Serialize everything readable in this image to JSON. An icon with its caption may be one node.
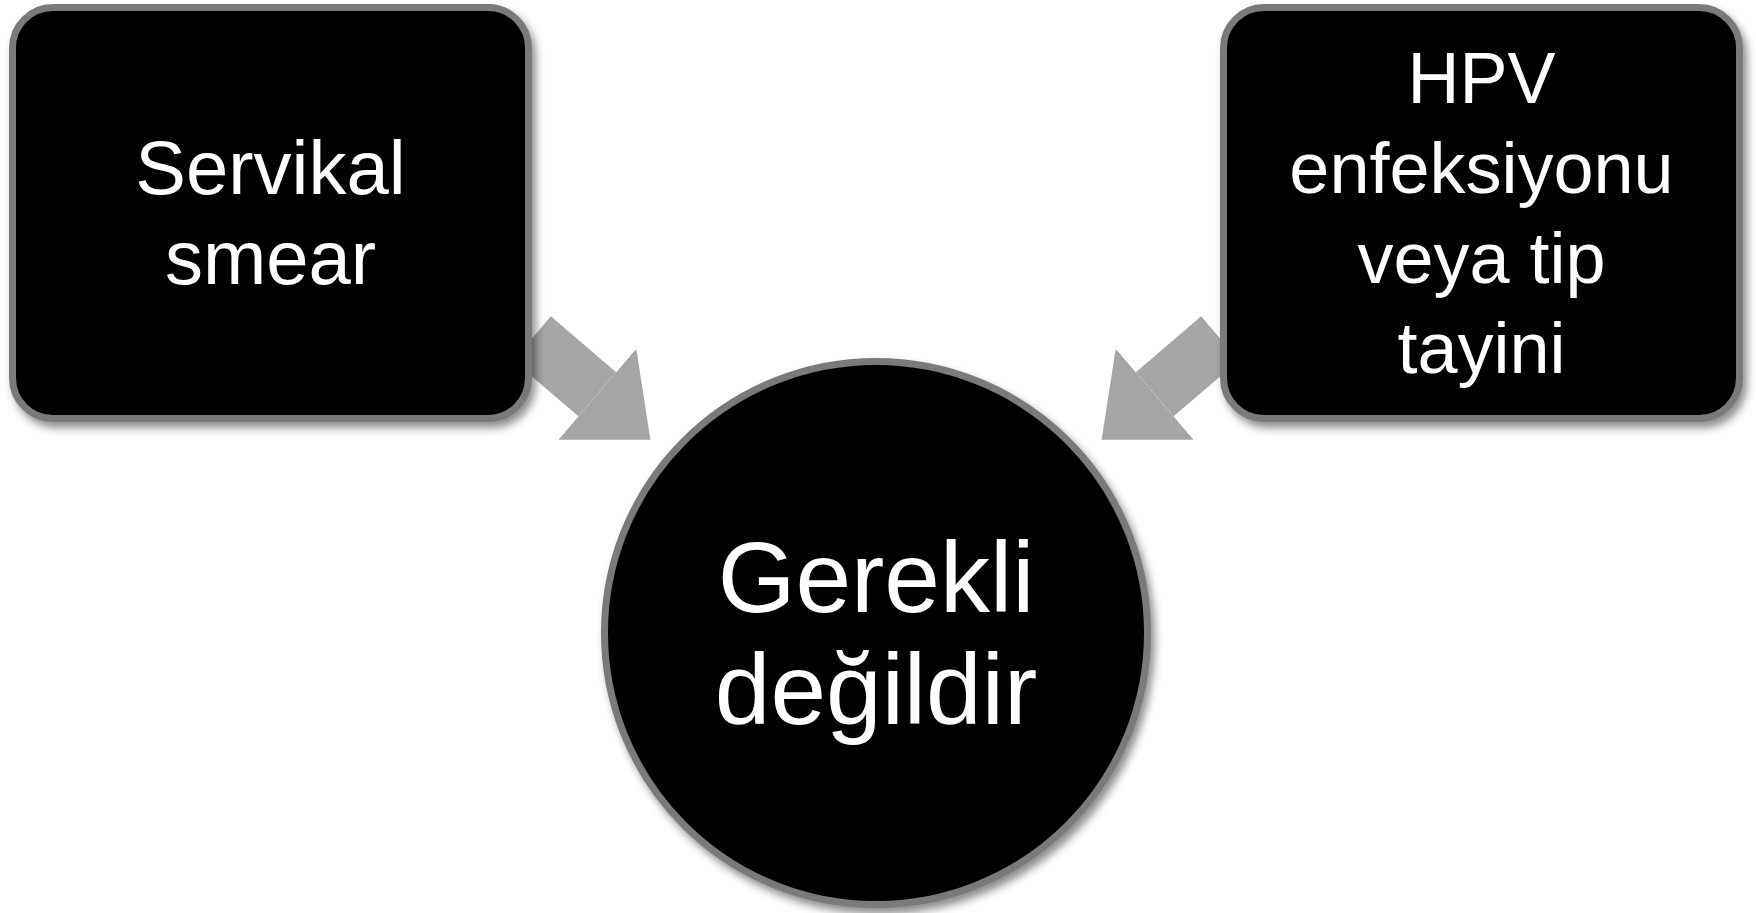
{
  "diagram": {
    "nodes": [
      {
        "text": [
          "Servikal smear"
        ]
      },
      {
        "text": [
          "HPV enfeksiyonu veya tip tayini"
        ]
      },
      {
        "text": [
          "Gerekli değildir"
        ]
      }
    ],
    "edges": [
      {
        "from": 0,
        "to": 2,
        "arrow": "to"
      },
      {
        "from": 1,
        "to": 2,
        "arrow": "to"
      }
    ]
  }
}
